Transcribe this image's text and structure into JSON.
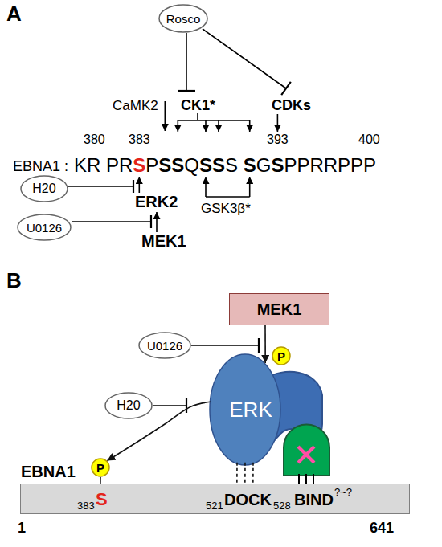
{
  "diagram": {
    "nodes": [
      {
        "text": [
          "Rosco"
        ]
      },
      {
        "text": [
          "H20"
        ]
      },
      {
        "text": [
          "U0126"
        ]
      },
      {
        "text": [
          "MEK1"
        ]
      },
      {
        "text": [
          "U0126"
        ]
      },
      {
        "text": [
          "P"
        ]
      },
      {
        "text": [
          "ERK"
        ]
      },
      {
        "text": [
          "H20"
        ]
      },
      {
        "text": [
          "P"
        ]
      },
      {
        "text": [
          "EBNA1",
          "383",
          "S",
          "521",
          "DOCK",
          "528",
          "BIND",
          "?~?"
        ]
      }
    ],
    "edges": [
      {
        "from": 3,
        "to": 6,
        "arrow": "to"
      },
      {
        "from": 6,
        "to": 8,
        "arrow": "to"
      },
      {
        "from": 6,
        "to": 9,
        "arrow": "none"
      },
      {
        "from": 8,
        "to": 9,
        "arrow": "none"
      }
    ],
    "labels": [
      "A",
      "CaMK2",
      "CK1*",
      "CDKs",
      "380",
      "383",
      "393",
      "400",
      "EBNA1 :",
      "KR",
      "PR",
      "S",
      "P",
      "SS",
      "Q",
      "SS",
      "S",
      "S",
      "G",
      "S",
      "PPRRPPP",
      "ERK2",
      "GSK3β*",
      "MEK1",
      "B",
      "1",
      "641"
    ]
  }
}
